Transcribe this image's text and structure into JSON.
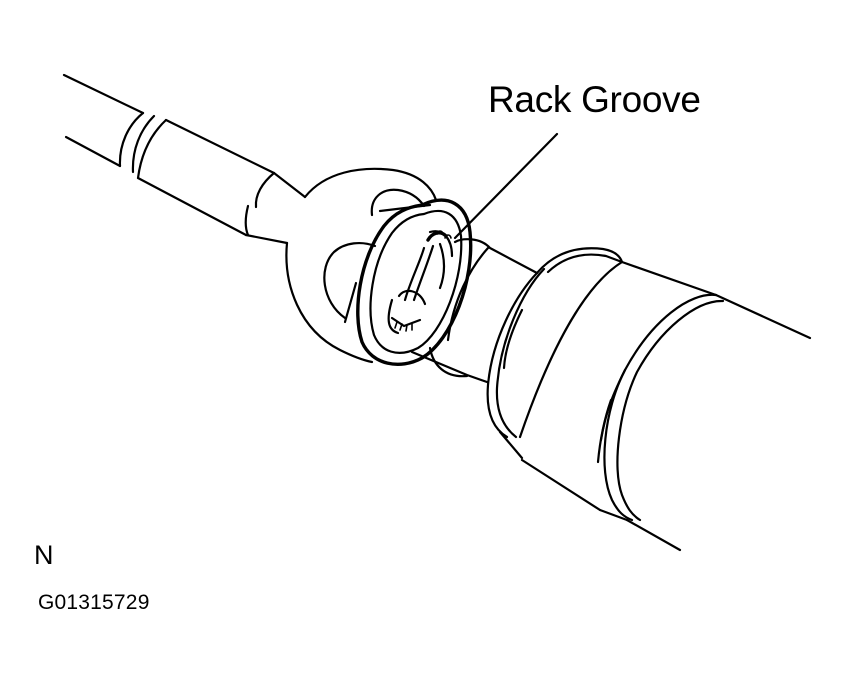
{
  "figure": {
    "callout": {
      "label": "Rack Groove",
      "leader_start": [
        557,
        134
      ],
      "leader_end": [
        455,
        238
      ]
    },
    "view_letter": "N",
    "figure_id": "G01315729",
    "parts": [
      {
        "name": "tie-rod-shaft",
        "description": "Tie rod shaft extending upper-left"
      },
      {
        "name": "tie-rod-end-ball",
        "description": "Inner tie rod ball joint"
      },
      {
        "name": "claw-washer",
        "description": "Claw washer ring with tabs"
      },
      {
        "name": "rack-groove",
        "description": "Groove on steering rack where washer tab seats"
      },
      {
        "name": "rack-end",
        "description": "Steering rack shaft"
      },
      {
        "name": "rack-housing",
        "description": "Steering rack housing (large cylinder, lower right)"
      }
    ],
    "colors": {
      "line": "#000000",
      "background": "#ffffff"
    }
  }
}
